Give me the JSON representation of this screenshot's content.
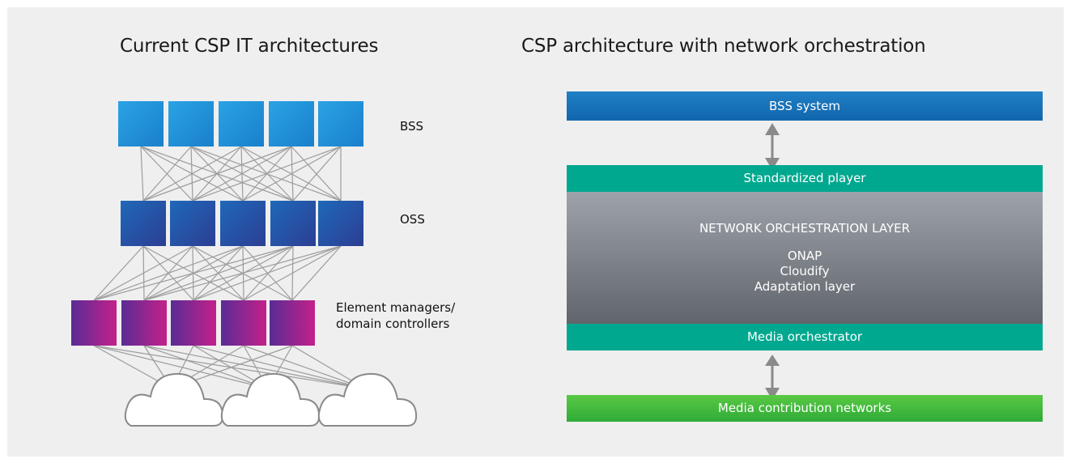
{
  "left": {
    "title": "Current CSP IT architectures",
    "bss_label": "BSS",
    "oss_label": "OSS",
    "em_label_line1": "Element managers/",
    "em_label_line2": "domain controllers"
  },
  "right": {
    "title": "CSP architecture with network orchestration",
    "bss_system": "BSS system",
    "standardized_player": "Standardized player",
    "orchestration_heading": "NETWORK ORCHESTRATION LAYER",
    "orchestration_items": [
      "ONAP",
      "Cloudify",
      "Adaptation layer"
    ],
    "media_orchestrator": "Media orchestrator",
    "media_contribution": "Media contribution networks"
  },
  "colors": {
    "panel_bg": "#efefef",
    "bss_blue": "#1f8fd8",
    "oss_blue": "#1b4fa0",
    "em_purple": "#6a2a9a",
    "em_magenta": "#c0208a",
    "teal": "#00a88f",
    "green": "#3fbf3f",
    "gray_layer": "#7b7f86"
  }
}
